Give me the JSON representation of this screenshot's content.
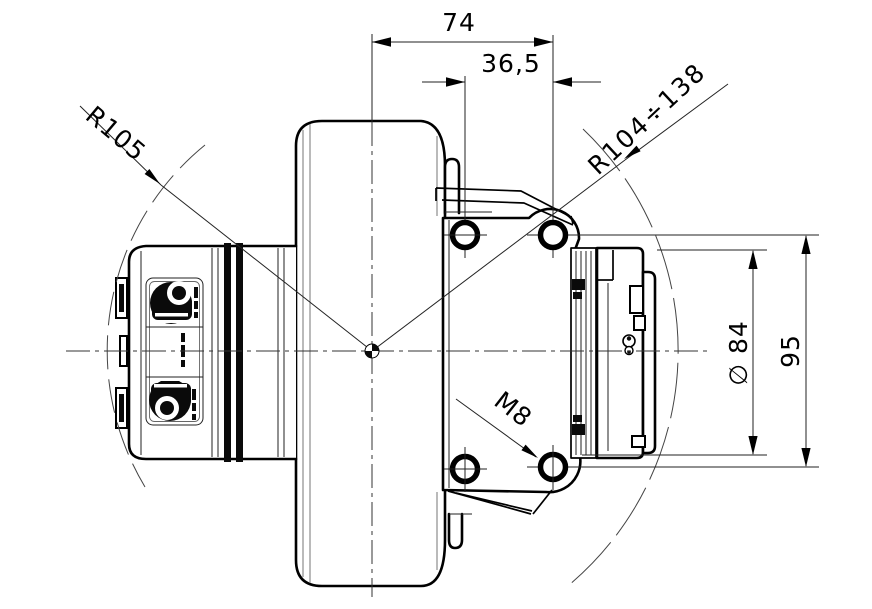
{
  "drawing": {
    "colors": {
      "line": "#000000",
      "background": "#ffffff"
    },
    "dims": {
      "d74": "74",
      "d365": "36,5",
      "r105": "R105",
      "r104": "R104÷138",
      "m8": "M8",
      "dia84": "∅ 84",
      "h95": "95"
    }
  }
}
